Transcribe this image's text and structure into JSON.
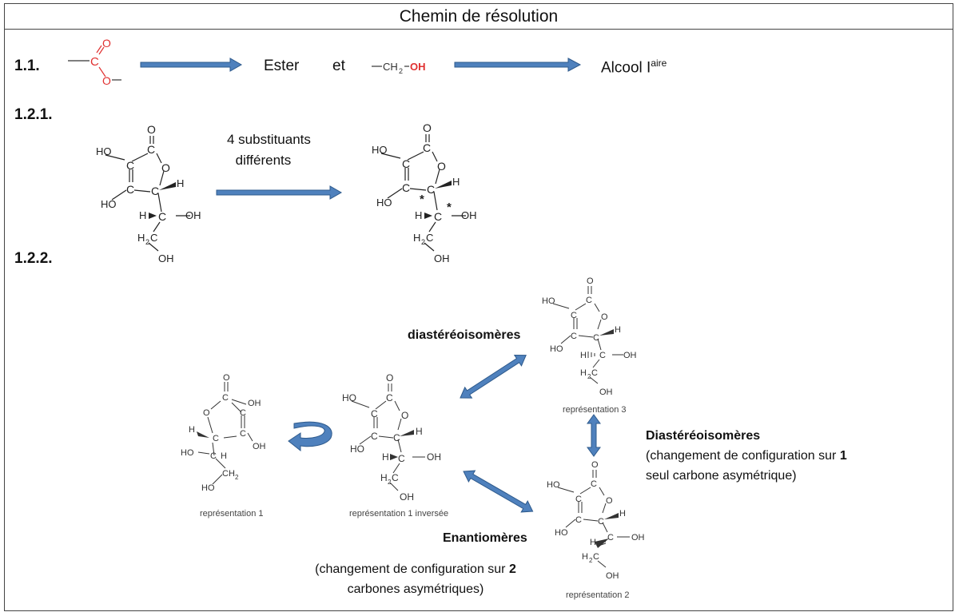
{
  "header": {
    "title": "Chemin de résolution"
  },
  "sec_1_1": {
    "label": "1.1.",
    "ester": "Ester",
    "et": "et",
    "alcool": "Alcool I",
    "alcool_sup": "aire",
    "ester_atoms": {
      "c": "C",
      "o1": "O",
      "o2": "O"
    },
    "ch2oh": {
      "ch": "CH",
      "sub": "2",
      "oh": "OH"
    }
  },
  "sec_1_2_1": {
    "label": "1.2.1.",
    "note_line1": "4 substituants",
    "note_line2": "différents"
  },
  "sec_1_2_2": {
    "label": "1.2.2.",
    "diastereo_top": "diastéréoisomères",
    "diastereo_right_title": "Diastéréoisomères",
    "diastereo_right_l1a": "(changement de configuration sur ",
    "diastereo_right_l1b": "1",
    "diastereo_right_l2": "seul carbone asymétrique)",
    "enantio_title": "Enantiomères",
    "enantio_l1a": "(changement de configuration sur ",
    "enantio_l1b": "2",
    "enantio_l2": "carbones asymétriques)",
    "rep1": "représentation 1",
    "rep1_inv": "représentation 1 inversée",
    "rep2": "représentation 2",
    "rep3": "représentation 3"
  },
  "atoms": {
    "O": "O",
    "C": "C",
    "H": "H",
    "HO": "HO",
    "OH": "OH",
    "H2C": "H",
    "sub2": "2",
    "star": "*",
    "CH2": "CH",
    "HOC": "HO"
  },
  "colors": {
    "arrow": "#4f81bd",
    "arrow_stroke": "#2e5a8c",
    "red": "#e03030",
    "border": "#444444"
  }
}
